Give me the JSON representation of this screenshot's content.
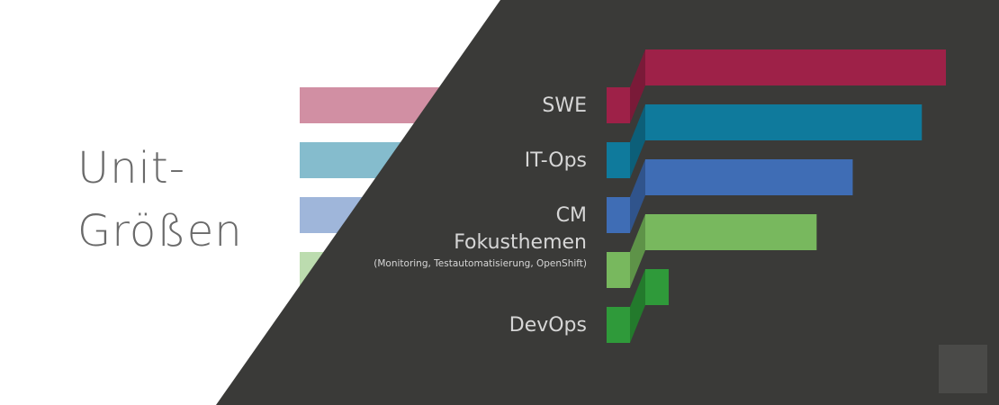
{
  "title": {
    "line1_main": "Unit",
    "line1_dash": "-",
    "line2": "Größen"
  },
  "colors": {
    "background_light": "#ffffff",
    "background_dark": "#3a3a38",
    "title_text": "#6a6a6a",
    "label_text": "#d6d6d6",
    "corner_square": "#4a4a48"
  },
  "chart_data": {
    "type": "bar",
    "orientation": "horizontal",
    "categories": [
      {
        "label": "SWE",
        "sublabel": "",
        "value": 100,
        "color": "#9e2148",
        "faded": "#d18fa3",
        "side": "#7a1a38"
      },
      {
        "label": "IT-Ops",
        "sublabel": "",
        "value": 92,
        "color": "#0f7a9c",
        "faded": "#85bccd",
        "side": "#0c5f79"
      },
      {
        "label": "CM",
        "sublabel": "",
        "value": 69,
        "color": "#3f6db5",
        "faded": "#9fb6da",
        "side": "#30548c"
      },
      {
        "label": "Fokusthemen",
        "sublabel": "(Monitoring, Testautomatisierung, OpenShift)",
        "value": 57,
        "color": "#78b85e",
        "faded": "#bcdcaf",
        "side": "#5e9348"
      },
      {
        "label": "DevOps",
        "sublabel": "",
        "value": 7,
        "color": "#2f9a3a",
        "faded": "#97cd9d",
        "side": "#237a2c"
      }
    ],
    "grid": false,
    "legend": "none"
  }
}
